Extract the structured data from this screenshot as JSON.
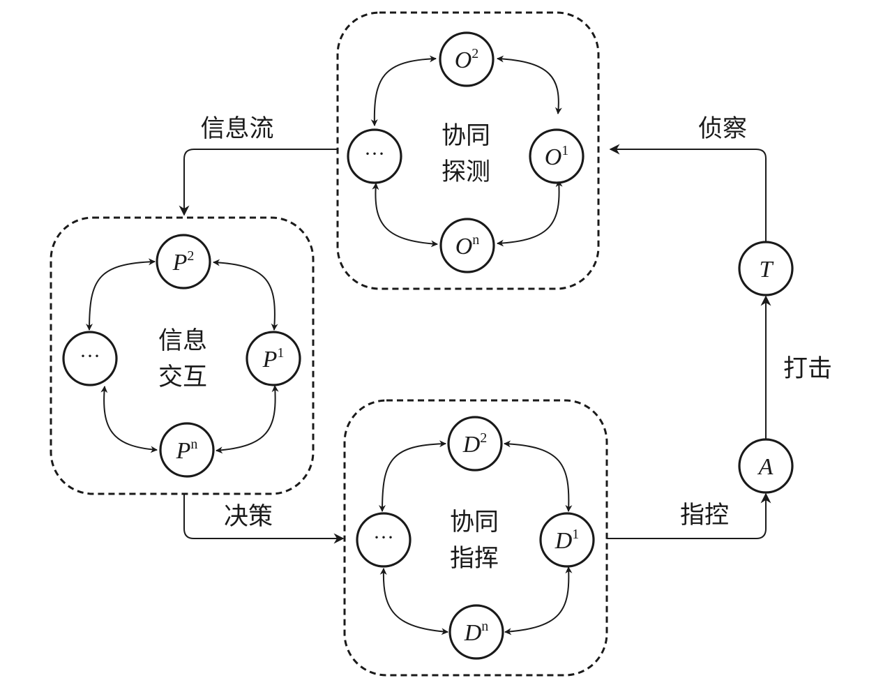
{
  "edge_labels": {
    "info_flow": "信息流",
    "recon": "侦察",
    "strike": "打击",
    "decision": "决策",
    "command": "指控"
  },
  "groups": {
    "detection": {
      "title_line1": "协同",
      "title_line2": "探测",
      "nodes": [
        {
          "base": "O",
          "sup": "2"
        },
        {
          "base": "O",
          "sup": "1"
        },
        {
          "base": "O",
          "sup": "n"
        },
        {
          "base": "···",
          "sup": ""
        }
      ]
    },
    "interaction": {
      "title_line1": "信息",
      "title_line2": "交互",
      "nodes": [
        {
          "base": "P",
          "sup": "2"
        },
        {
          "base": "P",
          "sup": "1"
        },
        {
          "base": "P",
          "sup": "n"
        },
        {
          "base": "···",
          "sup": ""
        }
      ]
    },
    "command": {
      "title_line1": "协同",
      "title_line2": "指挥",
      "nodes": [
        {
          "base": "D",
          "sup": "2"
        },
        {
          "base": "D",
          "sup": "1"
        },
        {
          "base": "D",
          "sup": "n"
        },
        {
          "base": "···",
          "sup": ""
        }
      ]
    }
  },
  "single_nodes": {
    "target": "T",
    "attack": "A"
  }
}
